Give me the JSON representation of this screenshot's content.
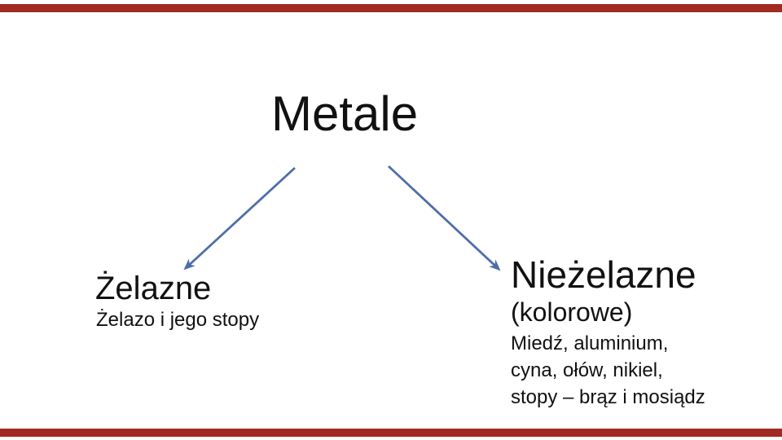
{
  "slide": {
    "title": "Metale",
    "branches": {
      "left": {
        "heading": "Żelazne",
        "subtitle": "Żelazo i jego stopy"
      },
      "right": {
        "heading": "Nieżelazne",
        "subtitle": "(kolorowe)",
        "details": [
          "Miedź, aluminium,",
          "cyna, ołów, nikiel,",
          "stopy – brąz i mosiądz"
        ]
      }
    }
  },
  "colors": {
    "arrow_blue": "#4D6EA8",
    "border_red": "#A12A21",
    "text": "#111111",
    "background": "#FFFFFF"
  }
}
